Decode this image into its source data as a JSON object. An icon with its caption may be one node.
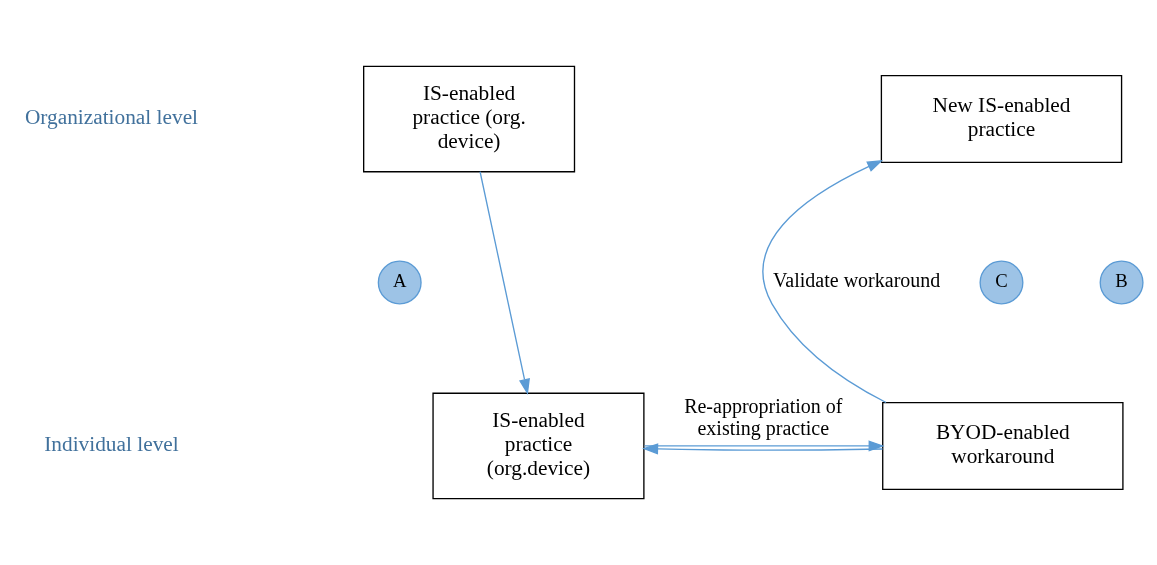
{
  "diagram": {
    "nodes": [
      {
        "text": [
          "IS-enabled practice (org. device)"
        ]
      },
      {
        "text": [
          "New IS-enabled practice"
        ]
      },
      {
        "text": [
          "IS-enabled practice (org.device)"
        ]
      },
      {
        "text": [
          "BYOD-enabled workaround"
        ]
      },
      {
        "text": [
          "A"
        ]
      },
      {
        "text": [
          "B"
        ]
      },
      {
        "text": [
          "C"
        ]
      }
    ],
    "edges": [
      {
        "from": 0,
        "to": 2,
        "arrow": "to"
      },
      {
        "from": 2,
        "to": 3,
        "arrow": "to",
        "label": "Re-appropriation of existing practice"
      },
      {
        "from": 3,
        "to": 2,
        "arrow": "to"
      },
      {
        "from": 3,
        "to": 1,
        "arrow": "to",
        "label": "Validate workaround"
      }
    ],
    "labels": [
      "Organizational level",
      "Individual level"
    ]
  }
}
